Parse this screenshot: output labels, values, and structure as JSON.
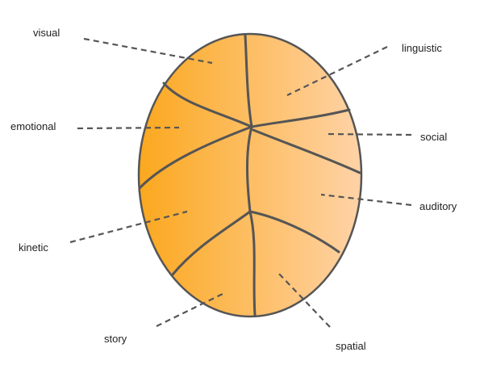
{
  "diagram": {
    "fill_colors": {
      "left": "#FBA81E",
      "right": "#FFD3A8"
    },
    "outline_color": "#555555",
    "labels": {
      "visual": "visual",
      "linguistic": "linguistic",
      "emotional": "emotional",
      "social": "social",
      "auditory": "auditory",
      "kinetic": "kinetic",
      "story": "story",
      "spatial": "spatial"
    }
  }
}
